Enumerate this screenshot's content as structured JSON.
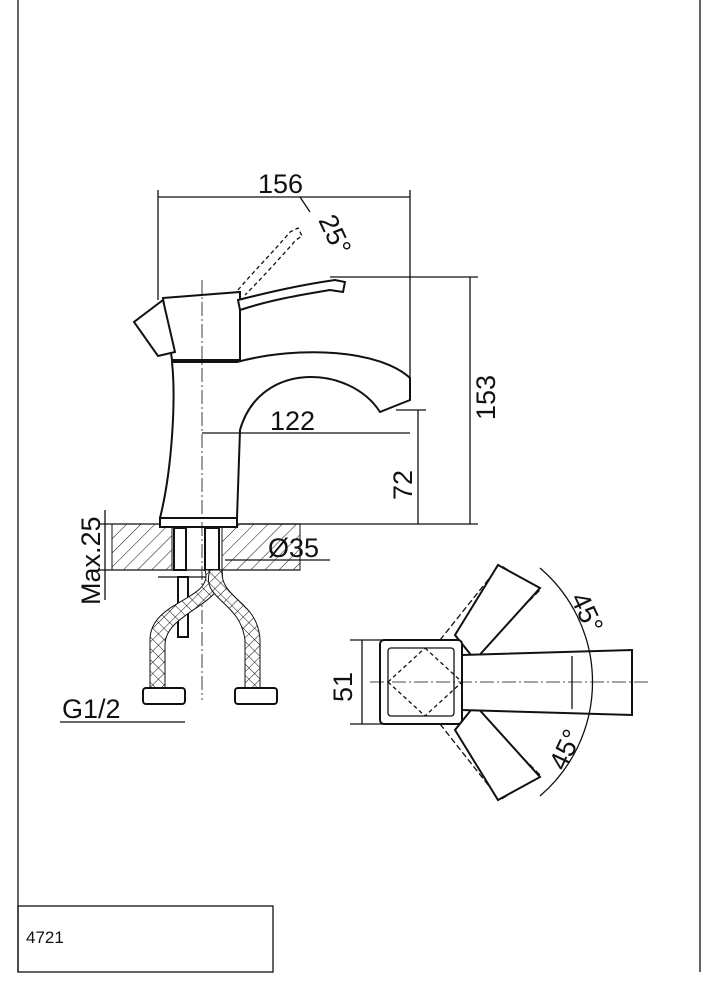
{
  "drawing": {
    "model_code": "4721",
    "dimensions": {
      "width": "156",
      "lever_angle_up": "25°",
      "height": "153",
      "reach": "122",
      "spout_height": "72",
      "max_counter_thickness": "Max.25",
      "hole_diameter": "Ø35",
      "thread": "G1/2",
      "top_width": "51",
      "rotation_left": "45°",
      "rotation_right": "45°"
    }
  }
}
